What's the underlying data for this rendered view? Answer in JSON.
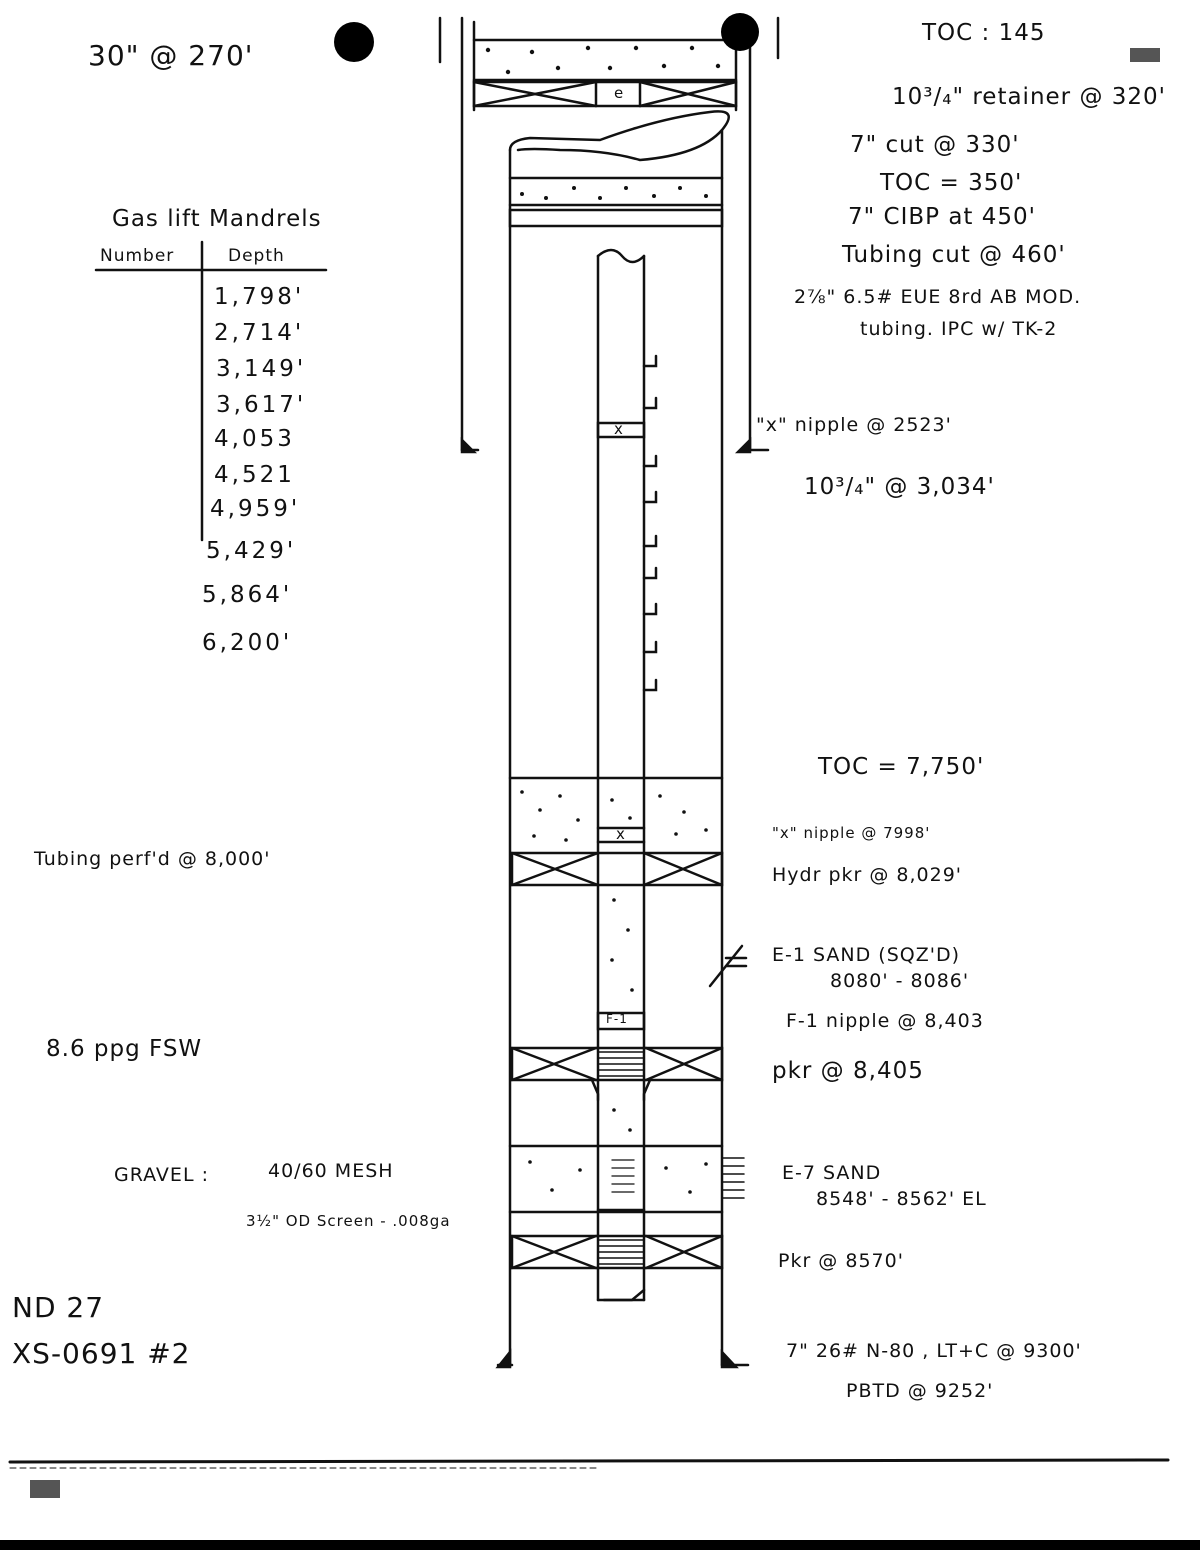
{
  "header": {
    "conductor": "30\" @ 270'",
    "toc_top": "TOC : 145"
  },
  "right_labels": {
    "retainer": "10³/₄\" retainer @ 320'",
    "cut_7in": "7\" cut @ 330'",
    "toc_350": "TOC = 350'",
    "cibp": "7\" CIBP at 450'",
    "tubing_cut": "Tubing cut @ 460'",
    "tubing_spec_1": "2⅞\" 6.5# EUE 8rd AB MOD.",
    "tubing_spec_2": "tubing. IPC w/ TK-2",
    "x_nipple_2523": "\"x\" nipple @ 2523'",
    "casing_10_3_4": "10³/₄\" @ 3,034'",
    "toc_7750": "TOC = 7,750'",
    "x_nipple_7998": "\"x\" nipple @ 7998'",
    "hydr_pkr": "Hydr pkr @ 8,029'",
    "e1_sand": "E-1 SAND (SQZ'D)",
    "e1_interval": "8080' - 8086'",
    "f1_nipple": "F-1 nipple @ 8,403",
    "pkr_8405": "pkr @ 8,405",
    "e7_sand": "E-7 SAND",
    "e7_interval": "8548' - 8562' EL",
    "pkr_8570": "Pkr @ 8570'",
    "casing_7in": "7\" 26# N-80 , LT+C @ 9300'",
    "pbtd": "PBTD @ 9252'"
  },
  "mandrels": {
    "title": "Gas lift Mandrels",
    "col_number": "Number",
    "col_depth": "Depth",
    "depths": [
      "1,798'",
      "2,714'",
      "3,149'",
      "3,617'",
      "4,053",
      "4,521",
      "4,959'",
      "5,429'",
      "5,864'",
      "6,200'"
    ]
  },
  "left_labels": {
    "tubing_perf": "Tubing perf'd @ 8,000'",
    "fluid": "8.6 ppg FSW",
    "gravel_label": "GRAVEL :",
    "gravel_mesh": "40/60 MESH",
    "screen": "3½\" OD Screen - .008ga"
  },
  "well_id": {
    "line1": "ND 27",
    "line2": "XS-0691 #2"
  },
  "diagram_symbols": {
    "x_mark": "x",
    "center_mark": "e",
    "f1_mark": "F-1"
  }
}
